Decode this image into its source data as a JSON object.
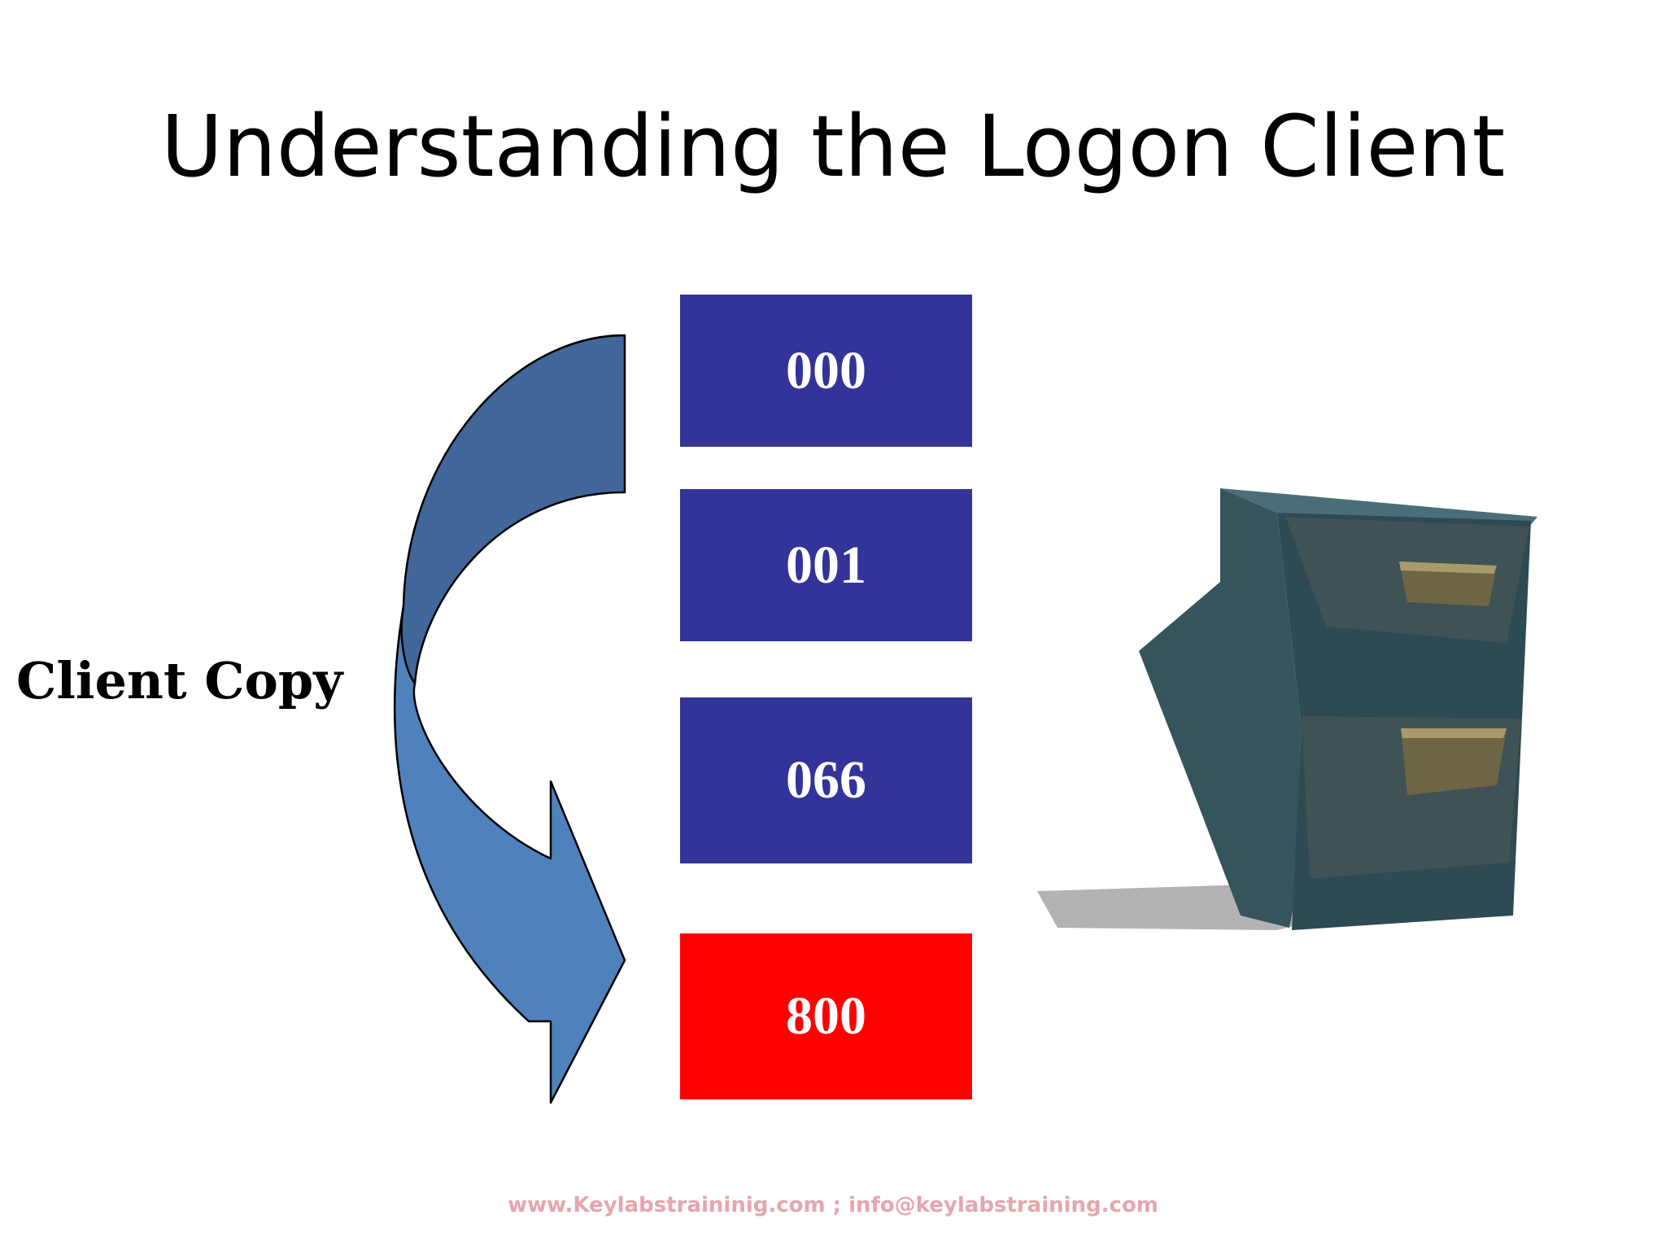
{
  "slide": {
    "title": "Understanding the Logon Client",
    "side_label": "Client Copy",
    "footer": "www.Keylabstraininig.com ; info@keylabstraining.com"
  },
  "clients": [
    {
      "label": "000",
      "color": "#333399"
    },
    {
      "label": "001",
      "color": "#333399"
    },
    {
      "label": "066",
      "color": "#333399"
    },
    {
      "label": "800",
      "color": "#ff0000"
    }
  ],
  "colors": {
    "arrow_top": "#41669a",
    "arrow_bottom": "#4f81bd",
    "cabinet": "#2e4a52",
    "footer_text": "#e6a6ad"
  },
  "icons": {
    "arrow": "curved-arrow-icon",
    "cabinet": "file-cabinet-icon"
  }
}
